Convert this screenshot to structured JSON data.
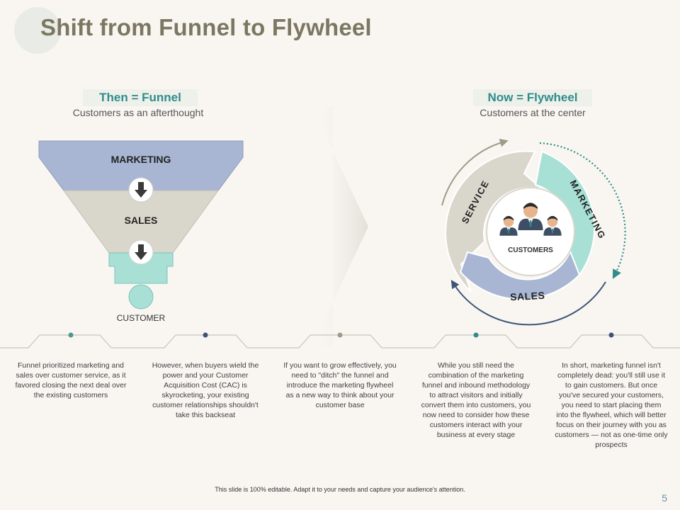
{
  "title": "Shift from Funnel to Flywheel",
  "funnel": {
    "heading": "Then = Funnel",
    "subheading": "Customers as an afterthought",
    "stages": [
      "MARKETING",
      "SALES"
    ],
    "customer_label": "CUSTOMER"
  },
  "flywheel": {
    "heading": "Now = Flywheel",
    "subheading": "Customers at the center",
    "segments": [
      "SERVICE",
      "MARKETING",
      "SALES"
    ],
    "center_label": "CUSTOMERS"
  },
  "descriptions": [
    "Funnel prioritized marketing and sales over customer service, as it favored closing the next deal over the existing customers",
    "However, when buyers wield the power and your Customer Acquisition Cost (CAC) is skyrocketing, your existing customer relationships shouldn't take this backseat",
    "If you want to grow effectively, you need to \"ditch\" the funnel and introduce the marketing flywheel as a new way to think about your customer base",
    "While you still need the combination of the marketing funnel and inbound methodology to attract visitors and initially convert them into customers, you now need to consider how these customers interact with your business at every stage",
    "In short, marketing funnel isn't completely dead: you'll still use it to gain customers. But once you've secured your customers, you need to start placing them into the flywheel, which will better focus on their journey with you as customers — not as one-time only prospects"
  ],
  "colors": {
    "title": "#7c7761",
    "teal": "#2f8c8c",
    "marketing": "#a8b6d4",
    "sales": "#d9d6cc",
    "mint": "#a8e0d6",
    "navy": "#3d5478"
  },
  "footer": "This slide is 100% editable. Adapt it to your needs and capture your audience's attention.",
  "page_number": "5"
}
